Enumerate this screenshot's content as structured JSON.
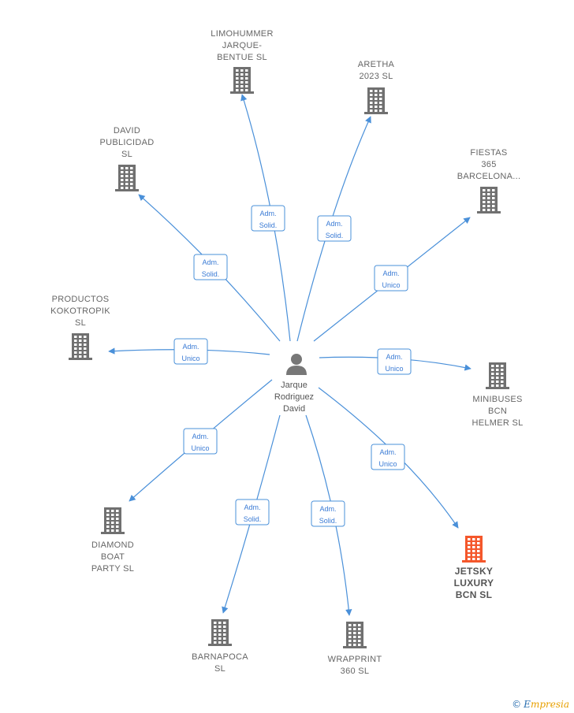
{
  "colors": {
    "edge": "#4a90d9",
    "building": "#707070",
    "highlight": "#f4572b"
  },
  "center": {
    "label_lines": [
      "Jarque",
      "Rodriguez",
      "David"
    ],
    "icon": "person-icon"
  },
  "companies": [
    {
      "id": "limohummer",
      "lines": [
        "LIMOHUMMER",
        "JARQUE-",
        "BENTUE  SL"
      ],
      "role": [
        "Adm.",
        "Solid."
      ],
      "highlight": false
    },
    {
      "id": "aretha",
      "lines": [
        "ARETHA",
        "2023  SL"
      ],
      "role": [
        "Adm.",
        "Solid."
      ],
      "highlight": false
    },
    {
      "id": "david-publicidad",
      "lines": [
        "DAVID",
        "PUBLICIDAD",
        "SL"
      ],
      "role": [
        "Adm.",
        "Solid."
      ],
      "highlight": false
    },
    {
      "id": "fiestas",
      "lines": [
        "FIESTAS",
        "365",
        "BARCELONA..."
      ],
      "role": [
        "Adm.",
        "Unico"
      ],
      "highlight": false
    },
    {
      "id": "productos",
      "lines": [
        "PRODUCTOS",
        "KOKOTROPIK",
        "SL"
      ],
      "role": [
        "Adm.",
        "Unico"
      ],
      "highlight": false
    },
    {
      "id": "minibuses",
      "lines": [
        "MINIBUSES",
        "BCN",
        "HELMER SL"
      ],
      "role": [
        "Adm.",
        "Unico"
      ],
      "highlight": false
    },
    {
      "id": "diamond",
      "lines": [
        "DIAMOND",
        "BOAT",
        "PARTY  SL"
      ],
      "role": [
        "Adm.",
        "Unico"
      ],
      "highlight": false
    },
    {
      "id": "jetsky",
      "lines": [
        "JETSKY",
        "LUXURY",
        "BCN  SL"
      ],
      "role": [
        "Adm.",
        "Unico"
      ],
      "highlight": true
    },
    {
      "id": "barnapoca",
      "lines": [
        "BARNAPOCA",
        "SL"
      ],
      "role": [
        "Adm.",
        "Solid."
      ],
      "highlight": false
    },
    {
      "id": "wrapprint",
      "lines": [
        "WRAPPRINT",
        "360  SL"
      ],
      "role": [
        "Adm.",
        "Solid."
      ],
      "highlight": false
    }
  ],
  "footer": {
    "copyright": "©",
    "brand_first": "E",
    "brand_rest": "mpresia"
  }
}
